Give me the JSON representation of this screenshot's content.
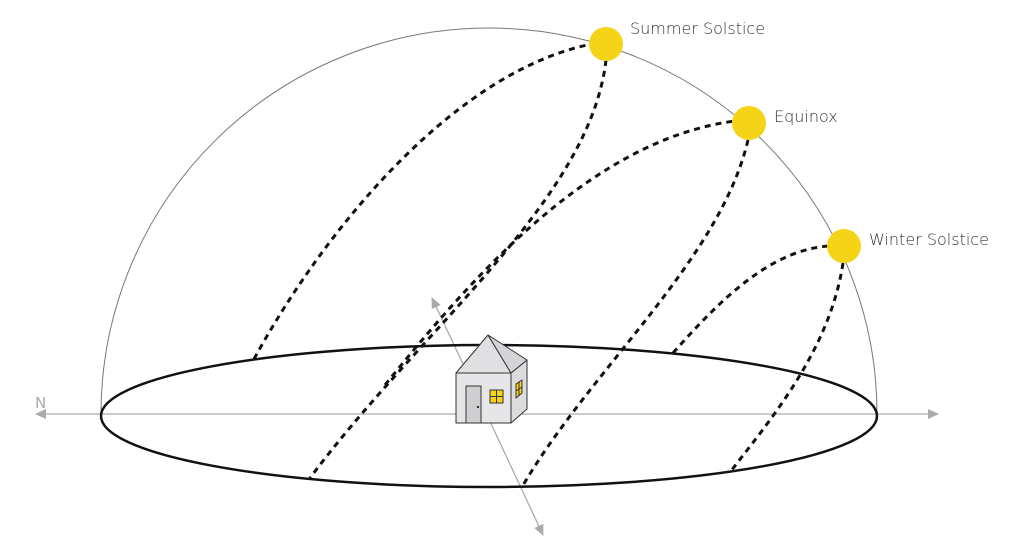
{
  "diagram": {
    "type": "sun-path-diagram",
    "compass": {
      "north_label": "N"
    },
    "suns": [
      {
        "id": "summer",
        "label": "Summer Solstice"
      },
      {
        "id": "equinox",
        "label": "Equinox"
      },
      {
        "id": "winter",
        "label": "Winter Solstice"
      }
    ],
    "colors": {
      "sun": "#f5d316",
      "path": "#111111",
      "dome": "#777777",
      "axis": "#aaaaaa",
      "house_wall": "#e6e6e8",
      "house_window": "#f5d316",
      "house_outline": "#333333"
    }
  }
}
